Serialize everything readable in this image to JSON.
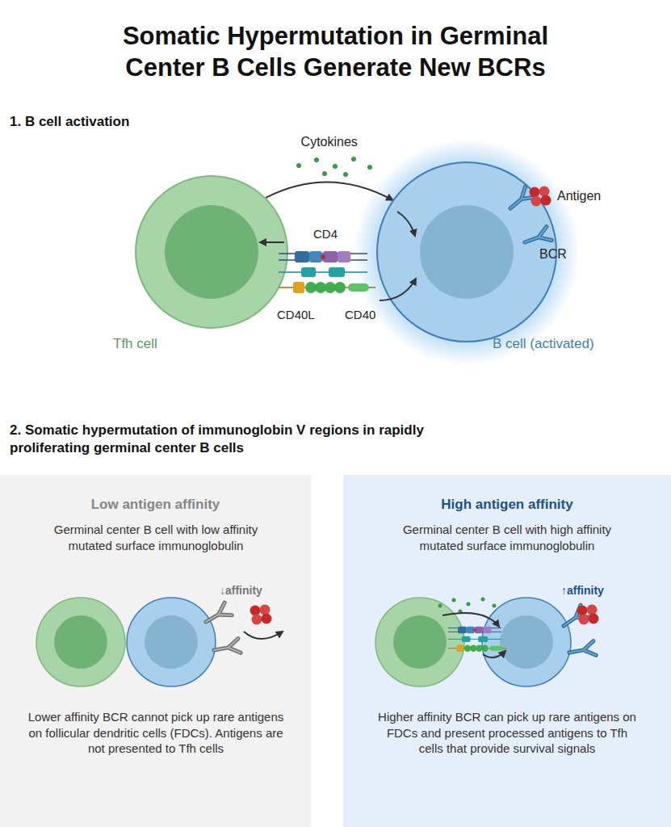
{
  "diagram": {
    "title": "Somatic Hypermutation in Germinal Center B Cells Generate New BCRs",
    "nodes": [
      {
        "text": [
          "Tfh cell"
        ]
      },
      {
        "text": [
          "B cell (activated)"
        ]
      },
      {
        "text": [
          "Low antigen affinity",
          "Germinal center B cell with low affinity mutated surface immunoglobulin",
          "Lower affinity BCR cannot pick up rare antigens on follicular dendritic cells (FDCs). Antigens are not presented to Tfh cells"
        ]
      },
      {
        "text": [
          "High antigen affinity",
          "Germinal center B cell with high affinity mutated surface immunoglobulin",
          "Higher affinity BCR can pick up rare antigens on FDCs and present processed antigens to Tfh cells that provide survival signals"
        ]
      }
    ],
    "edges": [
      {
        "from": 0,
        "to": 1,
        "label": "Cytokines",
        "arrow": "to"
      }
    ],
    "labels": [
      "1. B cell activation",
      "CD4",
      "CD40L",
      "CD40",
      "Antigen",
      "BCR",
      "2. Somatic hypermutation of immunoglobin V regions in rapidly proliferating germinal center B cells",
      "↓affinity",
      "↑affinity"
    ]
  }
}
